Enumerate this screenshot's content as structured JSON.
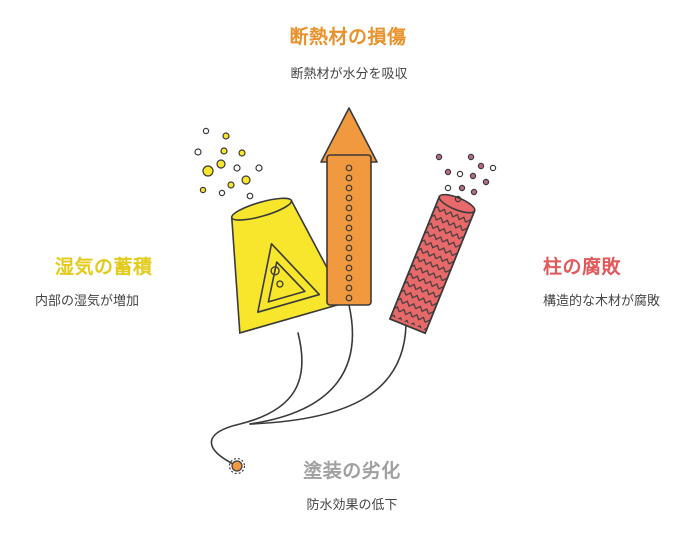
{
  "colors": {
    "orange": "#f0993f",
    "orange_title": "#e8922d",
    "yellow": "#f7e62c",
    "yellow_title": "#e3cb1c",
    "red": "#e8696a",
    "red_title": "#e05a5c",
    "gray_title": "#a0a0a0",
    "outline": "#3a3a3a",
    "desc_text": "#444444"
  },
  "nodes": {
    "top": {
      "title": "断熱材の損傷",
      "desc": "断熱材が水分を吸収"
    },
    "left": {
      "title": "湿気の蓄積",
      "desc": "内部の湿気が増加"
    },
    "right": {
      "title": "柱の腐敗",
      "desc": "構造的な木材が腐敗"
    },
    "bottom": {
      "title": "塗装の劣化",
      "desc": "防水効果の低下"
    }
  }
}
